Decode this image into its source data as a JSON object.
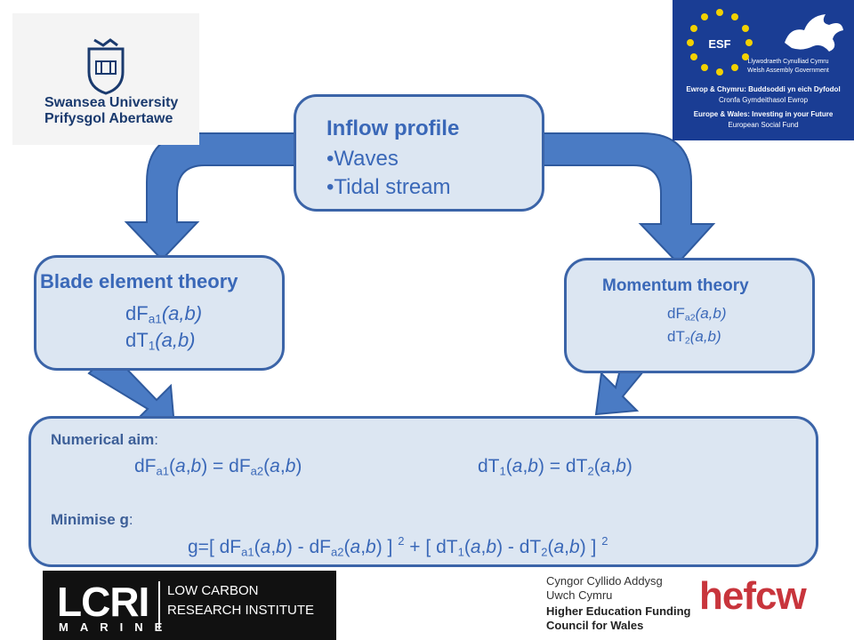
{
  "inflow": {
    "title": "Inflow profile",
    "items": [
      "•Waves",
      "•Tidal stream"
    ]
  },
  "blade": {
    "title": "Blade element theory",
    "var_f": "dF",
    "sub_f": "a1",
    "var_t": "dT",
    "sub_t": "1",
    "args": "(a,b)"
  },
  "momentum": {
    "title": "Momentum theory",
    "var_f": "dF",
    "sub_f": "a2",
    "var_t": "dT",
    "sub_t": "2",
    "args": "(a,b)"
  },
  "aim": {
    "label": "Numerical aim",
    "label2": "Minimise g",
    "colon": ":",
    "a": "a",
    "b": "b",
    "dF": "dF",
    "dT": "dT",
    "s_a1": "a1",
    "s_a2": "a2",
    "s_1": "1",
    "s_2": "2",
    "sq": "2",
    "g_prefix": "g=[ "
  },
  "logos": {
    "swansea": {
      "line1": "Swansea University",
      "line2": "Prifysgol Abertawe"
    },
    "esf": {
      "badge": "ESF",
      "gov1": "Llywodraeth Cynulliad Cymru",
      "gov2": "Welsh Assembly Government",
      "w1": "Ewrop & Chymru: Buddsoddi yn eich Dyfodol",
      "w2": "Cronfa Gymdeithasol Ewrop",
      "e1": "Europe & Wales: Investing in your Future",
      "e2": "European Social Fund"
    },
    "lcri": {
      "big": "LCRI",
      "marine": "MARINE",
      "line1": "LOW CARBON",
      "line2": "RESEARCH INSTITUTE"
    },
    "hefcw": {
      "line1": "Cyngor Cyllido Addysg",
      "line2": "Uwch Cymru",
      "line3": "Higher Education Funding",
      "line4": "Council for Wales",
      "brand": "hefcw"
    }
  },
  "colors": {
    "box_fill": "#dce6f2",
    "box_border": "#3b64a8",
    "arrow": "#4a7bc4",
    "text": "#3a68b8"
  }
}
